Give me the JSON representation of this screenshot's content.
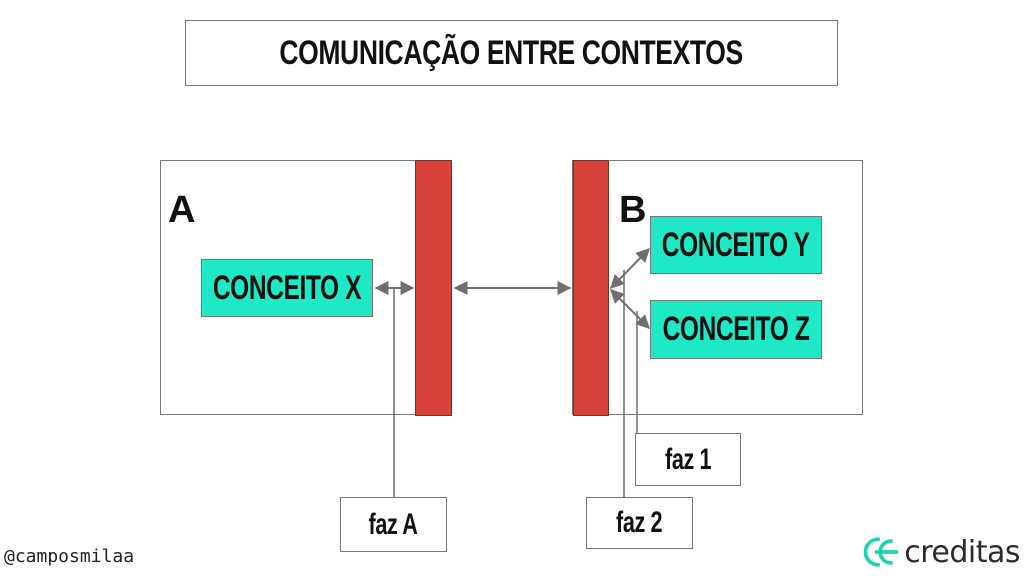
{
  "title": "COMUNICAÇÃO ENTRE CONTEXTOS",
  "contexts": [
    {
      "label": "A",
      "concepts": [
        "CONCEITO X"
      ]
    },
    {
      "label": "B",
      "concepts": [
        "CONCEITO Y",
        "CONCEITO Z"
      ]
    }
  ],
  "callouts": {
    "faz_a": "faz A",
    "faz_1": "faz 1",
    "faz_2": "faz 2"
  },
  "footer": {
    "handle": "@camposmilaa",
    "brand": "creditas"
  },
  "colors": {
    "layer": "#d9443a",
    "concept": "#1fe8c4",
    "arrow": "#6f6f6f",
    "brand": "#1fd3b0"
  },
  "icons": {
    "brand_logo": "creditas-logo-icon"
  }
}
